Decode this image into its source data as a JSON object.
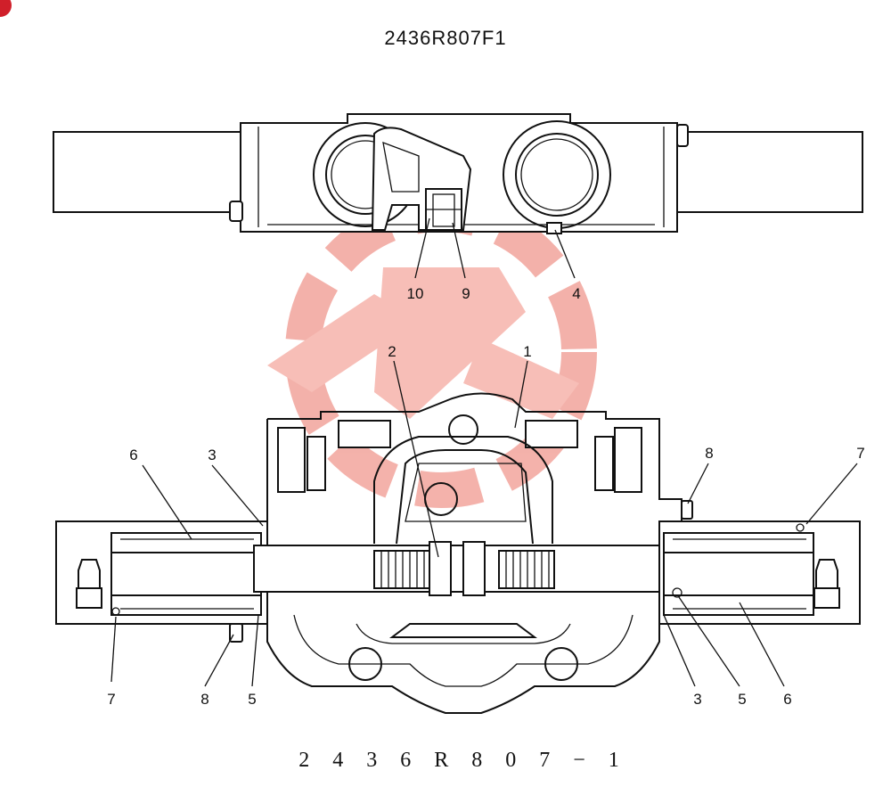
{
  "drawing": {
    "top_title": "2436R807F1",
    "bottom_title": "2436R807-1",
    "bottom_title_display": "2 4 3 6 R 8 0 7 − 1"
  },
  "top_view_labels": {
    "l10": "10",
    "l9": "9",
    "l4": "4"
  },
  "section_view_labels": {
    "l2": "2",
    "l1": "1",
    "l6_left": "6",
    "l3_left": "3",
    "l8_right": "8",
    "l7_right": "7",
    "l7_left": "7",
    "l8_left": "8",
    "l5_left": "5",
    "l3_right": "3",
    "l5_right": "5",
    "l6_right": "6"
  },
  "colors": {
    "line": "#111111",
    "watermark": "#e8433a",
    "badge": "#d01f2a"
  },
  "icons": {
    "watermark": "gear-logo-watermark-icon",
    "corner_badge": "red-corner-badge-icon"
  }
}
